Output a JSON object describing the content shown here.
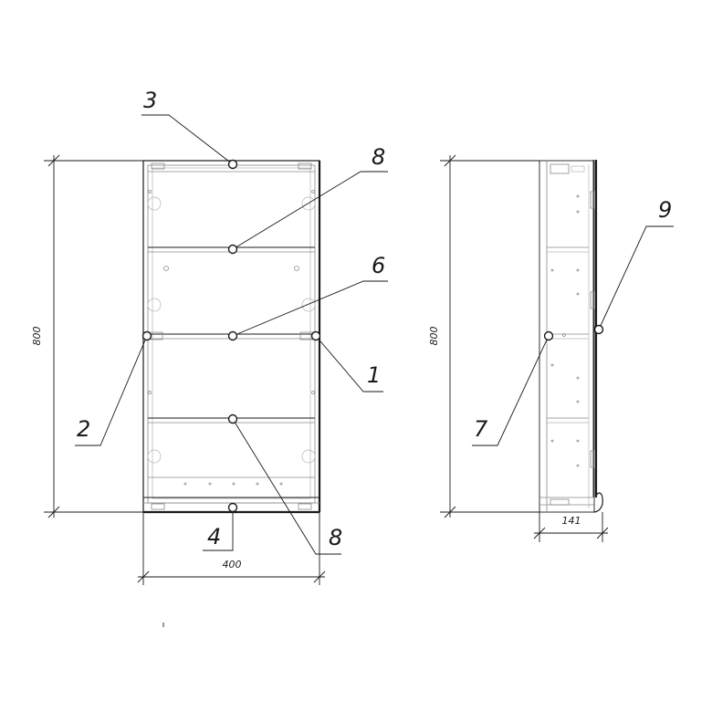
{
  "front_view": {
    "height_dim": "800",
    "width_dim": "400",
    "callouts": {
      "c1": "1",
      "c2": "2",
      "c3": "3",
      "c4": "4",
      "c6": "6",
      "c8_top": "8",
      "c8_bottom": "8"
    }
  },
  "side_view": {
    "height_dim": "800",
    "depth_dim": "141",
    "callouts": {
      "c7": "7",
      "c9": "9"
    }
  }
}
